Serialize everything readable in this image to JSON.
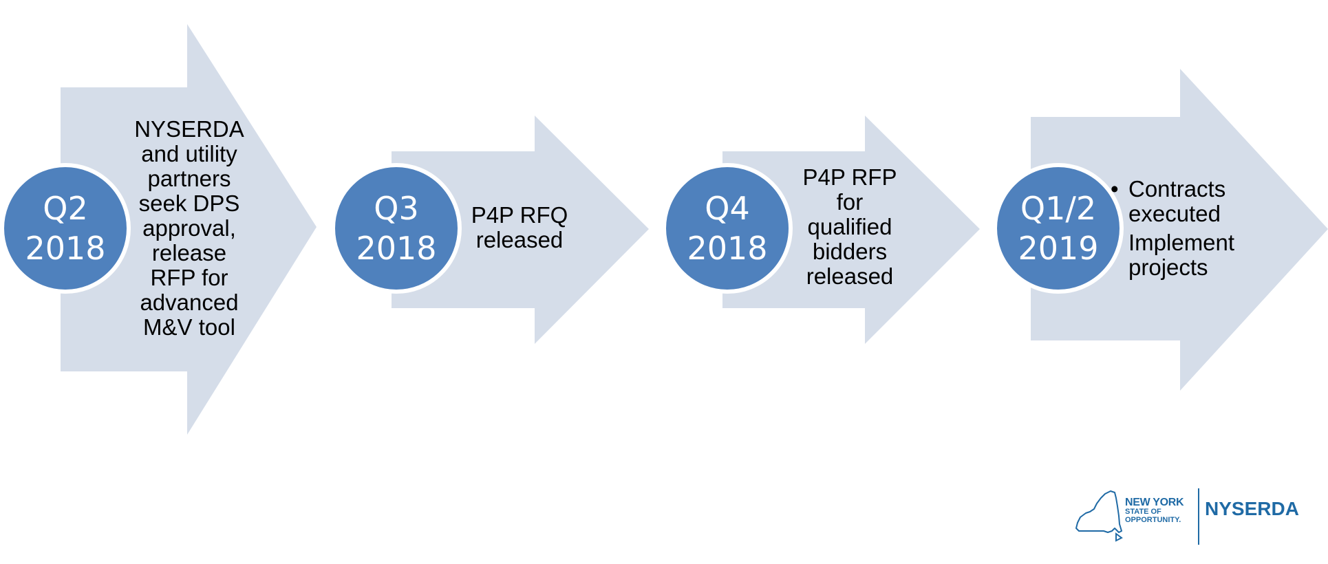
{
  "colors": {
    "arrow_fill": "#d5dde9",
    "badge_fill": "#4f81bd",
    "badge_text": "#ffffff",
    "logo_blue": "#1f6aa5"
  },
  "steps": [
    {
      "badge": [
        "Q2",
        "2018"
      ],
      "text": [
        "NYSERDA",
        "and utility",
        "partners",
        "seek DPS",
        "approval,",
        "release",
        "RFP for",
        "advanced",
        "M&V tool"
      ]
    },
    {
      "badge": [
        "Q3",
        "2018"
      ],
      "text": [
        "P4P RFQ",
        "released"
      ]
    },
    {
      "badge": [
        "Q4",
        "2018"
      ],
      "text": [
        "P4P RFP",
        "for",
        "qualified",
        "bidders",
        "released"
      ]
    },
    {
      "badge": [
        "Q1/2",
        "2019"
      ],
      "bullet": "•",
      "bullet_lines": [
        "Contracts",
        "executed"
      ],
      "plain_lines": [
        "Implement",
        "projects"
      ]
    }
  ],
  "logo": {
    "line1": "NEW YORK",
    "line2": "STATE OF",
    "line3": "OPPORTUNITY.",
    "brand": "NYSERDA"
  }
}
